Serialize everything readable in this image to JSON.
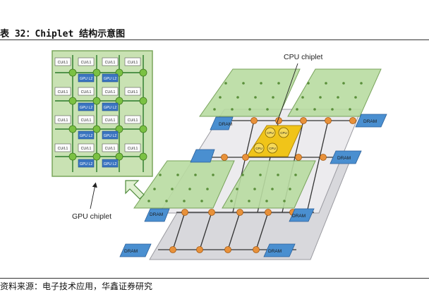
{
  "header": {
    "title": "表 32：Chiplet 结构示意图"
  },
  "footer": {
    "source": "资料来源：电子技术应用，华鑫证券研究"
  },
  "diagram": {
    "cpu_chiplet_label": "CPU chiplet",
    "gpu_chiplet_label": "GPU chiplet",
    "dram_label": "DRAM",
    "cpu_core_label": "CPU",
    "cu_label": "CU/L1",
    "gpu_l2_label": "GPU L2"
  },
  "colors": {
    "gpu_panel": "#c9e2b3",
    "gpu_node": "#7bc143",
    "router": "#e8913a",
    "dram": "#4a8fd0",
    "cpu_panel": "#f0c419",
    "gpu_l2": "#3a74c0",
    "base_layer": "#e9e9ec"
  }
}
